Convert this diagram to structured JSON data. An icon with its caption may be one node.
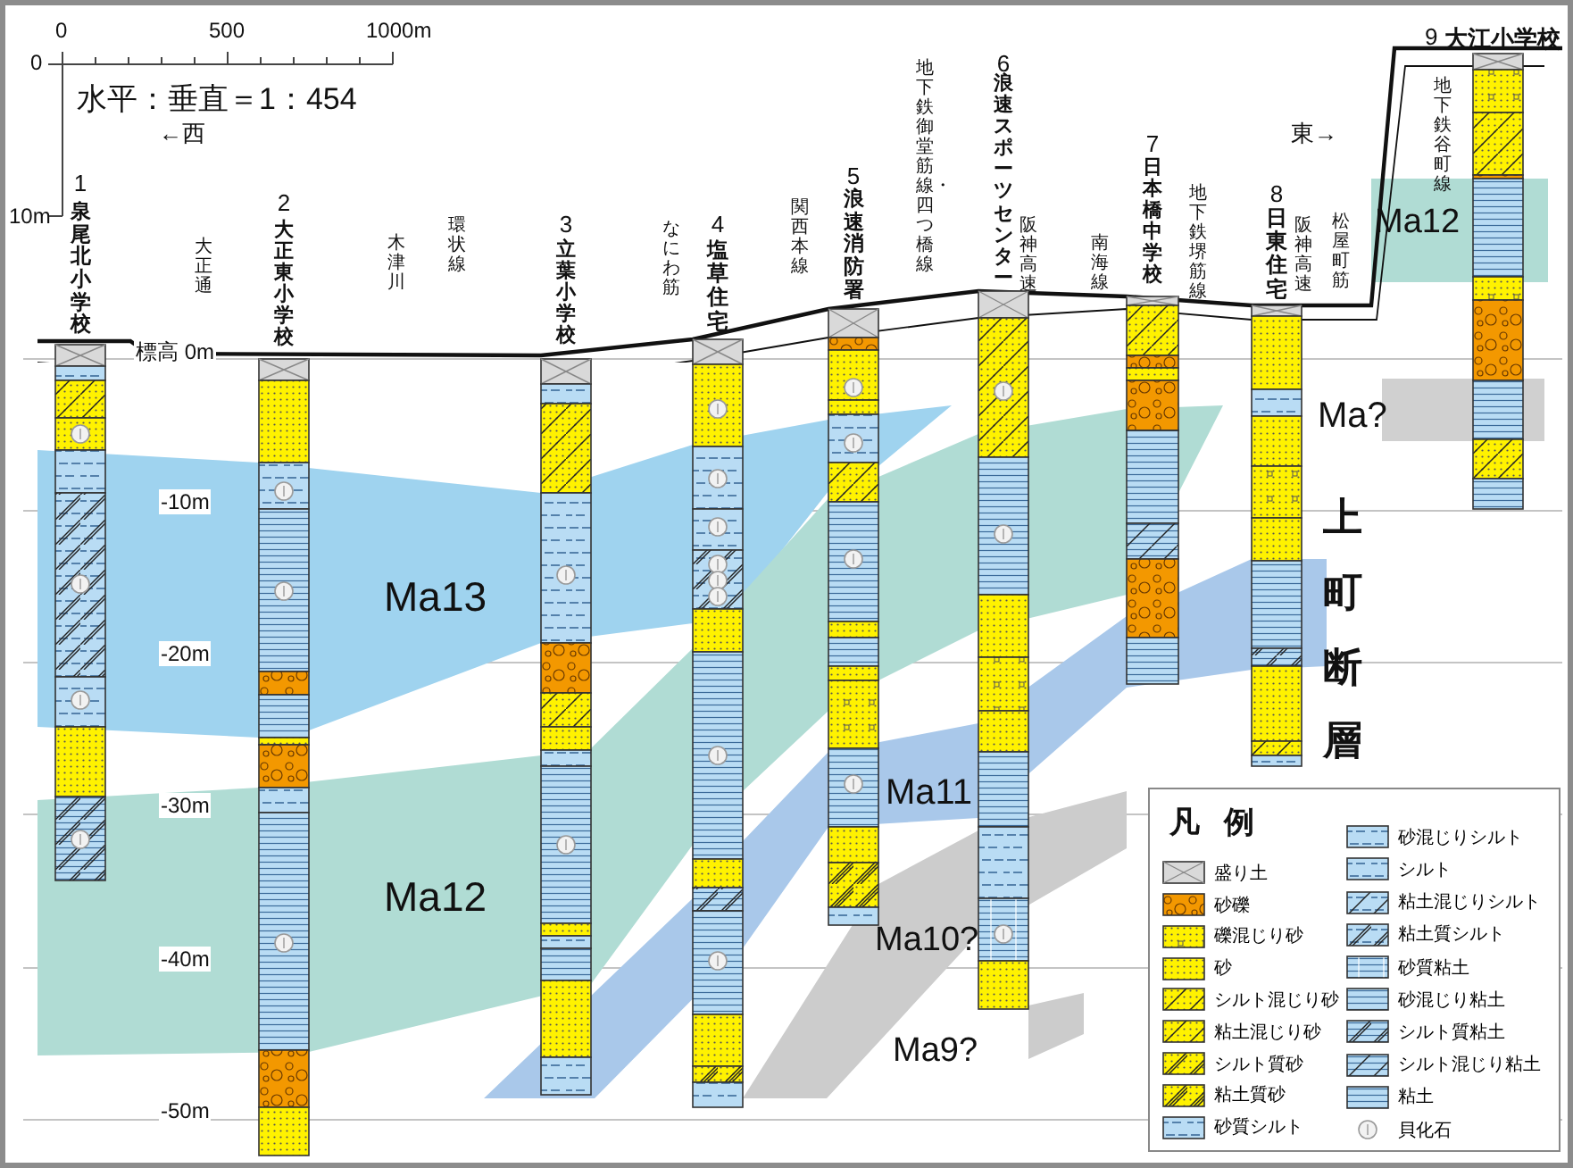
{
  "diagram": {
    "nodes": [
      {
        "text": [
          "1",
          "泉尾北小学校"
        ]
      },
      {
        "text": [
          "2",
          "大正東小学校"
        ]
      },
      {
        "text": [
          "3",
          "立葉小学校"
        ]
      },
      {
        "text": [
          "4",
          "塩草住宅"
        ]
      },
      {
        "text": [
          "5",
          "浪速消防署"
        ]
      },
      {
        "text": [
          "6",
          "浪速スポーツセンター"
        ]
      },
      {
        "text": [
          "7",
          "日本橋中学校"
        ]
      },
      {
        "text": [
          "8",
          "日東住宅"
        ]
      },
      {
        "text": [
          "9",
          "大江小学校"
        ]
      },
      {
        "text": [
          "Ma13"
        ]
      },
      {
        "text": [
          "Ma12"
        ]
      },
      {
        "text": [
          "Ma11"
        ]
      },
      {
        "text": [
          "Ma10?"
        ]
      },
      {
        "text": [
          "Ma9?"
        ]
      },
      {
        "text": [
          "Ma12"
        ]
      },
      {
        "text": [
          "Ma?"
        ]
      }
    ],
    "labels": [
      "0",
      "500",
      "1000m",
      "0",
      "10m",
      "水平：垂直＝1：454",
      "←西",
      "東→",
      "大正通",
      "木津川",
      "環状線",
      "なにわ筋",
      "関西本線",
      "地下鉄御堂筋線・四つ橋線",
      "阪神高速",
      "南海線",
      "地下鉄堺筋線",
      "阪神高速",
      "松屋町筋",
      "地下鉄谷町線",
      "標高 0m",
      "-10m",
      "-20m",
      "-30m",
      "-40m",
      "-50m",
      "上町断層",
      "凡例"
    ],
    "legend": [
      {
        "text": "盛り土"
      },
      {
        "text": "砂礫"
      },
      {
        "text": "礫混じり砂"
      },
      {
        "text": "砂"
      },
      {
        "text": "シルト混じり砂"
      },
      {
        "text": "粘土混じり砂"
      },
      {
        "text": "シルト質砂"
      },
      {
        "text": "粘土質砂"
      },
      {
        "text": "砂質シルト"
      },
      {
        "text": "砂混じりシルト"
      },
      {
        "text": "シルト"
      },
      {
        "text": "粘土混じりシルト"
      },
      {
        "text": "粘土質シルト"
      },
      {
        "text": "砂質粘土"
      },
      {
        "text": "砂混じり粘土"
      },
      {
        "text": "シルト質粘土"
      },
      {
        "text": "シルト混じり粘土"
      },
      {
        "text": "粘土"
      },
      {
        "text": "貝化石"
      }
    ]
  }
}
